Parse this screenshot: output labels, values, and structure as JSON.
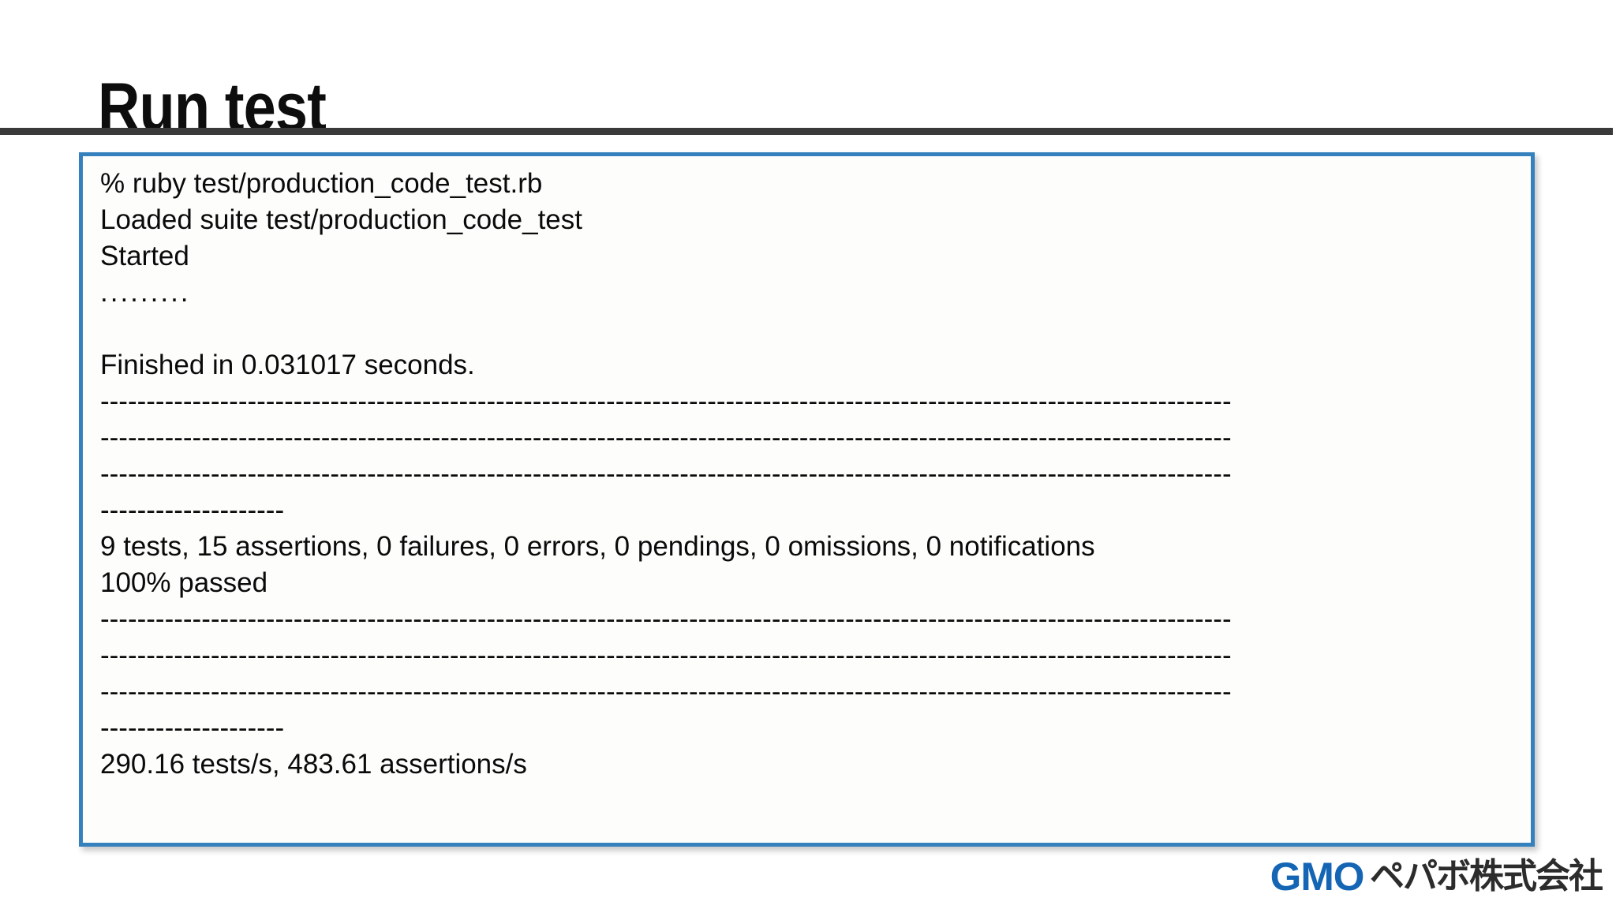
{
  "slide": {
    "title": "Run test",
    "rule_color": "#3a3a3a"
  },
  "console": {
    "border_color": "#3581bd",
    "background_color": "#fdfdfc",
    "text_color": "#0a0a0a",
    "lines": [
      {
        "id": "command",
        "text": "% ruby test/production_code_test.rb"
      },
      {
        "id": "loaded-suite",
        "text": "Loaded suite test/production_code_test"
      },
      {
        "id": "started",
        "text": "Started"
      },
      {
        "id": "progress-dots",
        "text": "........."
      },
      {
        "id": "blank-1",
        "text": ""
      },
      {
        "id": "finished",
        "text": "Finished in 0.031017 seconds."
      },
      {
        "id": "rule-1a",
        "text": "---------------------------------------------------------------------------------------------------------------------------"
      },
      {
        "id": "rule-1b",
        "text": "---------------------------------------------------------------------------------------------------------------------------"
      },
      {
        "id": "rule-1c",
        "text": "---------------------------------------------------------------------------------------------------------------------------"
      },
      {
        "id": "rule-1d",
        "text": "--------------------"
      },
      {
        "id": "summary",
        "text": "9 tests, 15 assertions, 0 failures, 0 errors, 0 pendings, 0 omissions, 0 notifications"
      },
      {
        "id": "pass-rate",
        "text": "100% passed"
      },
      {
        "id": "rule-2a",
        "text": "---------------------------------------------------------------------------------------------------------------------------"
      },
      {
        "id": "rule-2b",
        "text": "---------------------------------------------------------------------------------------------------------------------------"
      },
      {
        "id": "rule-2c",
        "text": "---------------------------------------------------------------------------------------------------------------------------"
      },
      {
        "id": "rule-2d",
        "text": "--------------------"
      },
      {
        "id": "throughput",
        "text": "290.16 tests/s, 483.61 assertions/s"
      }
    ]
  },
  "brand": {
    "gmo": "GMO",
    "pepabo": "ペパボ株式会社",
    "gmo_color": "#1565b5",
    "pepabo_color": "#2c2c2c"
  }
}
